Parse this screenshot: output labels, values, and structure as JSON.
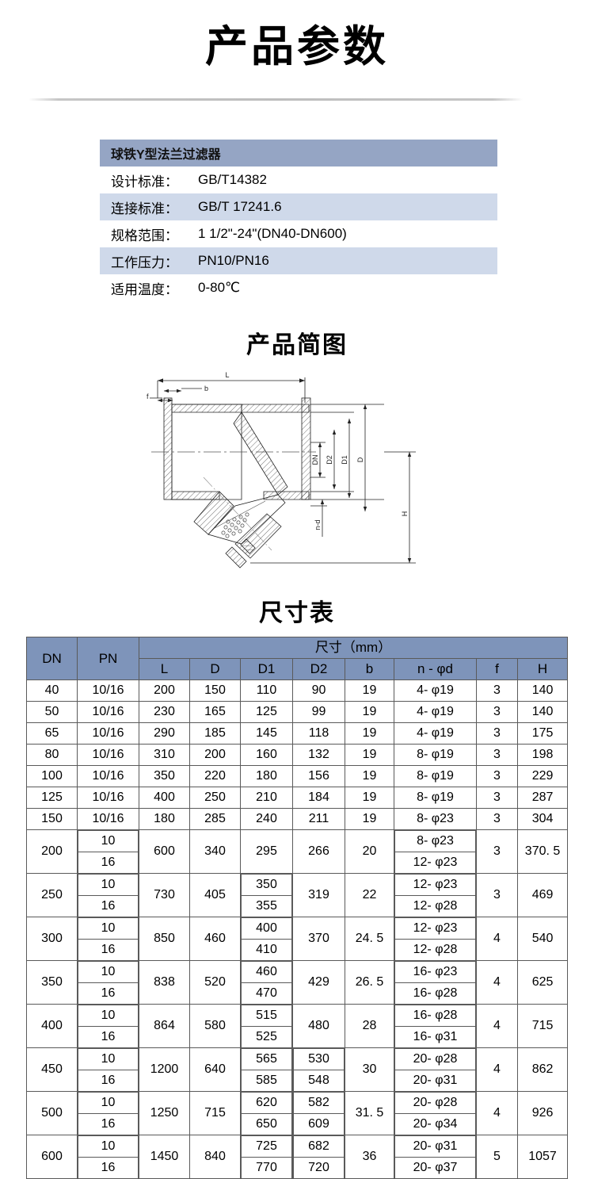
{
  "page_title": "产品参数",
  "spec": {
    "heading": "球铁Y型法兰过滤器",
    "rows": [
      {
        "label": "设计标准：",
        "value": "GB/T14382"
      },
      {
        "label": "连接标准：",
        "value": "GB/T 17241.6"
      },
      {
        "label": "规格范围：",
        "value": "1 1/2\"-24\"(DN40-DN600)"
      },
      {
        "label": "工作压力：",
        "value": "PN10/PN16"
      },
      {
        "label": "适用温度：",
        "value": "0-80℃"
      }
    ]
  },
  "drawing": {
    "title": "产品简图",
    "labels": {
      "L": "L",
      "b": "b",
      "f": "f",
      "DN": "DN",
      "D2": "D2",
      "D1": "D1",
      "D": "D",
      "nd": "n-d",
      "H": "H"
    }
  },
  "dim_table": {
    "title": "尺寸表",
    "group_header": "尺寸（mm）",
    "columns": [
      "DN",
      "PN",
      "L",
      "D",
      "D1",
      "D2",
      "b",
      "n - φd",
      "f",
      "H"
    ],
    "rows": [
      {
        "dn": "40",
        "pn": [
          "10/16"
        ],
        "L": "200",
        "D": "150",
        "D1": [
          "110"
        ],
        "D2": [
          "90"
        ],
        "b": "19",
        "nd": [
          "4- φ19"
        ],
        "f": "3",
        "H": "140"
      },
      {
        "dn": "50",
        "pn": [
          "10/16"
        ],
        "L": "230",
        "D": "165",
        "D1": [
          "125"
        ],
        "D2": [
          "99"
        ],
        "b": "19",
        "nd": [
          "4- φ19"
        ],
        "f": "3",
        "H": "140"
      },
      {
        "dn": "65",
        "pn": [
          "10/16"
        ],
        "L": "290",
        "D": "185",
        "D1": [
          "145"
        ],
        "D2": [
          "118"
        ],
        "b": "19",
        "nd": [
          "4- φ19"
        ],
        "f": "3",
        "H": "175"
      },
      {
        "dn": "80",
        "pn": [
          "10/16"
        ],
        "L": "310",
        "D": "200",
        "D1": [
          "160"
        ],
        "D2": [
          "132"
        ],
        "b": "19",
        "nd": [
          "8- φ19"
        ],
        "f": "3",
        "H": "198"
      },
      {
        "dn": "100",
        "pn": [
          "10/16"
        ],
        "L": "350",
        "D": "220",
        "D1": [
          "180"
        ],
        "D2": [
          "156"
        ],
        "b": "19",
        "nd": [
          "8- φ19"
        ],
        "f": "3",
        "H": "229"
      },
      {
        "dn": "125",
        "pn": [
          "10/16"
        ],
        "L": "400",
        "D": "250",
        "D1": [
          "210"
        ],
        "D2": [
          "184"
        ],
        "b": "19",
        "nd": [
          "8- φ19"
        ],
        "f": "3",
        "H": "287"
      },
      {
        "dn": "150",
        "pn": [
          "10/16"
        ],
        "L": "180",
        "D": "285",
        "D1": [
          "240"
        ],
        "D2": [
          "211"
        ],
        "b": "19",
        "nd": [
          "8- φ23"
        ],
        "f": "3",
        "H": "304"
      },
      {
        "dn": "200",
        "pn": [
          "10",
          "16"
        ],
        "L": "600",
        "D": "340",
        "D1": [
          "295"
        ],
        "D2": [
          "266"
        ],
        "b": "20",
        "nd": [
          "8- φ23",
          "12- φ23"
        ],
        "f": "3",
        "H": "370. 5"
      },
      {
        "dn": "250",
        "pn": [
          "10",
          "16"
        ],
        "L": "730",
        "D": "405",
        "D1": [
          "350",
          "355"
        ],
        "D2": [
          "319"
        ],
        "b": "22",
        "nd": [
          "12- φ23",
          "12- φ28"
        ],
        "f": "3",
        "H": "469"
      },
      {
        "dn": "300",
        "pn": [
          "10",
          "16"
        ],
        "L": "850",
        "D": "460",
        "D1": [
          "400",
          "410"
        ],
        "D2": [
          "370"
        ],
        "b": "24. 5",
        "nd": [
          "12- φ23",
          "12- φ28"
        ],
        "f": "4",
        "H": "540"
      },
      {
        "dn": "350",
        "pn": [
          "10",
          "16"
        ],
        "L": "838",
        "D": "520",
        "D1": [
          "460",
          "470"
        ],
        "D2": [
          "429"
        ],
        "b": "26. 5",
        "nd": [
          "16- φ23",
          "16- φ28"
        ],
        "f": "4",
        "H": "625"
      },
      {
        "dn": "400",
        "pn": [
          "10",
          "16"
        ],
        "L": "864",
        "D": "580",
        "D1": [
          "515",
          "525"
        ],
        "D2": [
          "480"
        ],
        "b": "28",
        "nd": [
          "16- φ28",
          "16- φ31"
        ],
        "f": "4",
        "H": "715"
      },
      {
        "dn": "450",
        "pn": [
          "10",
          "16"
        ],
        "L": "1200",
        "D": "640",
        "D1": [
          "565",
          "585"
        ],
        "D2": [
          "530",
          "548"
        ],
        "b": "30",
        "nd": [
          "20- φ28",
          "20- φ31"
        ],
        "f": "4",
        "H": "862"
      },
      {
        "dn": "500",
        "pn": [
          "10",
          "16"
        ],
        "L": "1250",
        "D": "715",
        "D1": [
          "620",
          "650"
        ],
        "D2": [
          "582",
          "609"
        ],
        "b": "31. 5",
        "nd": [
          "20- φ28",
          "20- φ34"
        ],
        "f": "4",
        "H": "926"
      },
      {
        "dn": "600",
        "pn": [
          "10",
          "16"
        ],
        "L": "1450",
        "D": "840",
        "D1": [
          "725",
          "770"
        ],
        "D2": [
          "682",
          "720"
        ],
        "b": "36",
        "nd": [
          "20- φ31",
          "20- φ37"
        ],
        "f": "5",
        "H": "1057"
      }
    ]
  },
  "colors": {
    "header_blue": "#7e94ba",
    "shade_blue": "#cedbee",
    "spec_heading_blue": "#95a5c4",
    "spec_alt_blue": "#cfd9ea",
    "border": "#5a5a5a"
  }
}
